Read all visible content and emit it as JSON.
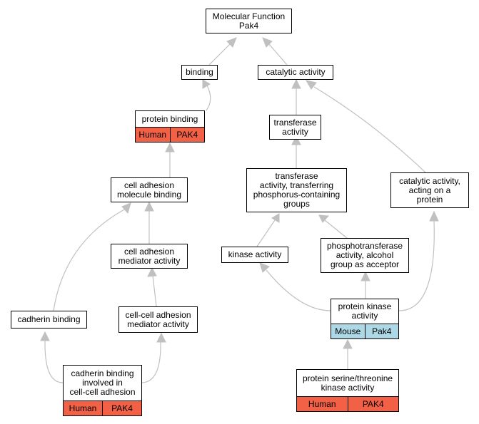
{
  "nodes": {
    "mf": "Molecular Function\nPak4",
    "binding": "binding",
    "catalytic": "catalytic activity",
    "protein_binding": "protein binding",
    "transferase": "transferase\nactivity",
    "cell_adhesion_binding": "cell adhesion\nmolecule binding",
    "transferase_p": "transferase\nactivity, transferring\nphosphorus-containing\ngroups",
    "catalytic_protein": "catalytic activity,\nacting on a\nprotein",
    "cell_adhesion_mediator": "cell adhesion\nmediator activity",
    "kinase": "kinase activity",
    "phosphotransferase": "phosphotransferase\nactivity, alcohol\ngroup as acceptor",
    "cadherin": "cadherin binding",
    "cc_adhesion_mediator": "cell-cell adhesion\nmediator activity",
    "protein_kinase": "protein kinase\nactivity",
    "cadherin_cc": "cadherin binding\ninvolved in\ncell-cell adhesion",
    "ser_thr_kinase": "protein serine/threonine\nkinase activity"
  },
  "badges": {
    "protein_binding": [
      "Human",
      "PAK4"
    ],
    "protein_kinase": [
      "Mouse",
      "Pak4"
    ],
    "cadherin_cc": [
      "Human",
      "PAK4"
    ],
    "ser_thr_kinase": [
      "Human",
      "PAK4"
    ]
  },
  "colors": {
    "human": "#f26045",
    "mouse": "#add8e6",
    "edge": "#c0c0c0"
  }
}
